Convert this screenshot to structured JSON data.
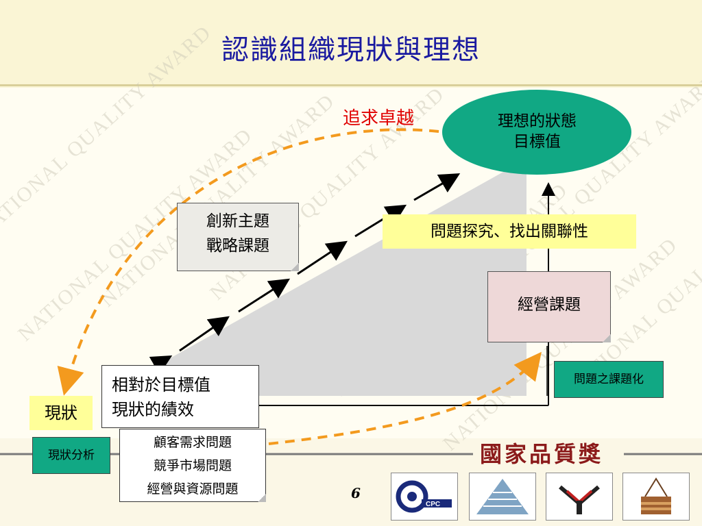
{
  "slide": {
    "title": "認識組織現狀與理想",
    "page_number": "6"
  },
  "watermark_text": "NATIONAL QUALITY AWARD",
  "diagram": {
    "pursuit_label": "追求卓越",
    "ideal": [
      "理想的狀態",
      "目標值"
    ],
    "innovation": [
      "創新主題",
      "戰略課題"
    ],
    "explore": "問題探究、找出關聯性",
    "business_issue": "經營課題",
    "issue_to_topic": "問題之課題化",
    "relative": [
      "相對於目標值",
      "現狀的績效"
    ],
    "current": "現狀",
    "current_analysis": "現狀分析",
    "problems": [
      "顧客需求問題",
      "競爭市場問題",
      "經營與資源問題"
    ]
  },
  "footer": {
    "brand": "國家品質獎",
    "logos": [
      "cpc-logo",
      "pyramid-logo",
      "figure-logo",
      "basket-logo"
    ]
  },
  "colors": {
    "title": "#1a1aa0",
    "pursuit": "#e00000",
    "ideal_fill": "#11a884",
    "arrow_dashed": "#f39a1e",
    "note_yellow": "#ffff99",
    "issue_pink": "#eed8d8",
    "green_label": "#11a884"
  }
}
